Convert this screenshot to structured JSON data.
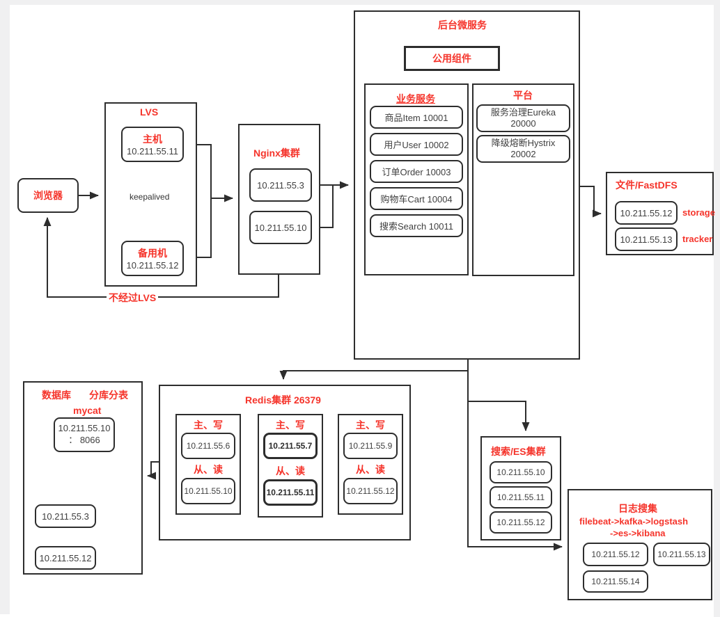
{
  "diagram": {
    "colors": {
      "accent_red": "#f5342b",
      "line_dark": "#2d2d2d",
      "ip_text": "#3f3f3f",
      "gutter_gray": "#f0f0f1"
    },
    "browser": {
      "label": "浏览器"
    },
    "lvs": {
      "title": "LVS",
      "master": {
        "label": "主机",
        "ip": "10.211.55.11"
      },
      "keepalived_label": "keepalived",
      "backup": {
        "label": "备用机",
        "ip": "10.211.55.12"
      }
    },
    "bypass_label": "不经过LVS",
    "nginx": {
      "title": "Nginx集群",
      "nodes": [
        "10.211.55.3",
        "10.211.55.10"
      ]
    },
    "microservices": {
      "title": "后台微服务",
      "common_component": "公用组件",
      "business": {
        "title": "业务服务",
        "services": [
          "商品Item 10001",
          "用户User 10002",
          "订单Order 10003",
          "购物车Cart 10004",
          "搜索Search 10011"
        ]
      },
      "platform": {
        "title": "平台",
        "eureka": {
          "line1": "服务治理Eureka",
          "line2": "20000"
        },
        "hystrix": {
          "line1": "降级熔断Hystrix",
          "line2": "20002"
        }
      }
    },
    "fastdfs": {
      "title": "文件/FastDFS",
      "nodes": [
        {
          "ip": "10.211.55.12",
          "role": "storage"
        },
        {
          "ip": "10.211.55.13",
          "role": "tracker"
        }
      ]
    },
    "database": {
      "title_left": "数据库",
      "title_right": "分库分表",
      "subtitle": "mycat",
      "mycat_node": {
        "line1": "10.211.55.10",
        "line2": "： 8066"
      },
      "nodes": [
        "10.211.55.3",
        "10.211.55.12"
      ]
    },
    "redis": {
      "title": "Redis集群 26379",
      "shards": [
        {
          "master_label": "主、写",
          "master_ip": "10.211.55.6",
          "slave_label": "从、读",
          "slave_ip": "10.211.55.10"
        },
        {
          "master_label": "主、写",
          "master_ip": "10.211.55.7",
          "slave_label": "从、读",
          "slave_ip": "10.211.55.11"
        },
        {
          "master_label": "主、写",
          "master_ip": "10.211.55.9",
          "slave_label": "从、读",
          "slave_ip": "10.211.55.12"
        }
      ]
    },
    "es": {
      "title": "搜索/ES集群",
      "nodes": [
        "10.211.55.10",
        "10.211.55.11",
        "10.211.55.12"
      ]
    },
    "logging": {
      "title": "日志搜集",
      "pipeline_line1": "filebeat->kafka->logstash",
      "pipeline_line2": "->es->kibana",
      "nodes": [
        "10.211.55.12",
        "10.211.55.13",
        "10.211.55.14"
      ]
    }
  }
}
